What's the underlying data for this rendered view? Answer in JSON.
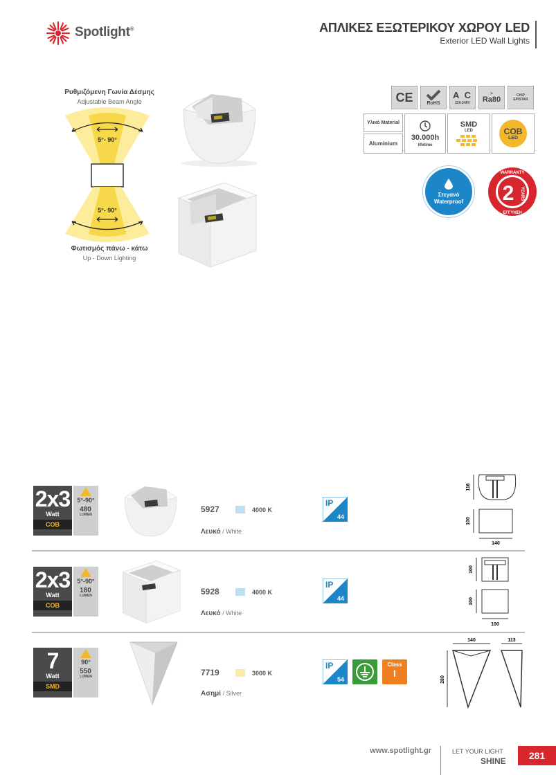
{
  "header": {
    "brand": "Spotlight",
    "brand_mark": "®",
    "title_gr": "ΑΠΛΙΚΕΣ ΕΞΩΤΕΡΙΚΟΥ ΧΩΡΟΥ LED",
    "title_en": "Exterior LED Wall Lights"
  },
  "beam": {
    "label_gr": "Ρυθμιζόμενη Γωνία Δέσμης",
    "label_en": "Adjustable Beam Angle",
    "angle_top": "5°- 90°",
    "angle_bottom": "5°- 90°",
    "lighting_gr": "Φωτισμός πάνω - κάτω",
    "lighting_en": "Up - Down Lighting"
  },
  "icons": {
    "ce": "CE",
    "rohs": "RoHS",
    "ac": "A C",
    "ac_range": "220-240V",
    "ra_prefix": "Ra",
    "ra_value": "80",
    "ra_gt": ">",
    "chip": "CHIP",
    "chip_brand": "EPISTAR",
    "material_label": "Υλικό Material",
    "material": "Aluminium",
    "lifetime": "30.000h",
    "lifetime_label": "lifetime",
    "smd": "SMD",
    "smd_led": "LED",
    "cob": "COB",
    "cob_led": "LED",
    "waterproof_gr": "Στεγανό",
    "waterproof_en": "Waterproof",
    "warranty_years": "2",
    "warranty_year_label": "YEARS",
    "warranty_top": "WARRANTY",
    "warranty_bottom": "ΕΓΓΥΗΣΗ"
  },
  "products": [
    {
      "watt": "2x3",
      "watt_label": "Watt",
      "type": "COB",
      "angle": "5°-90°",
      "lumen": "480",
      "lumen_label": "LUMEN",
      "code": "5927",
      "kelvin": "4000 K",
      "swatch": "#bfe0f3",
      "finish_gr": "Λευκό",
      "finish_en": " / White",
      "ip_label": "IP",
      "ip": "44",
      "dims": {
        "h1": "116",
        "h2": "100",
        "w": "140"
      }
    },
    {
      "watt": "2x3",
      "watt_label": "Watt",
      "type": "COB",
      "angle": "5°-90°",
      "lumen": "180",
      "lumen_label": "LUMEN",
      "code": "5928",
      "kelvin": "4000 K",
      "swatch": "#bfe0f3",
      "finish_gr": "Λευκό",
      "finish_en": " / White",
      "ip_label": "IP",
      "ip": "44",
      "dims": {
        "h1": "100",
        "h2": "100",
        "w": "100"
      }
    },
    {
      "watt": "7",
      "watt_label": "Watt",
      "type": "SMD",
      "angle": "90°",
      "lumen": "550",
      "lumen_label": "LUMEN",
      "code": "7719",
      "kelvin": "3000 K",
      "swatch": "#fbeaa8",
      "finish_gr": "Ασημί",
      "finish_en": " / Silver",
      "ip_label": "IP",
      "ip": "54",
      "class_label": "Class",
      "class_value": "I",
      "dims": {
        "w": "140",
        "d": "113",
        "h": "280"
      }
    }
  ],
  "footer": {
    "website": "www.spotlight.gr",
    "slogan_top": "LET YOUR LIGHT",
    "slogan_bottom": "SHINE",
    "page": "281"
  },
  "colors": {
    "brand_red": "#d8262e",
    "ip_blue": "#1d86c8",
    "cob_yellow": "#f3b72a",
    "earth_green": "#3a9b3a",
    "class_orange": "#ef8020"
  }
}
